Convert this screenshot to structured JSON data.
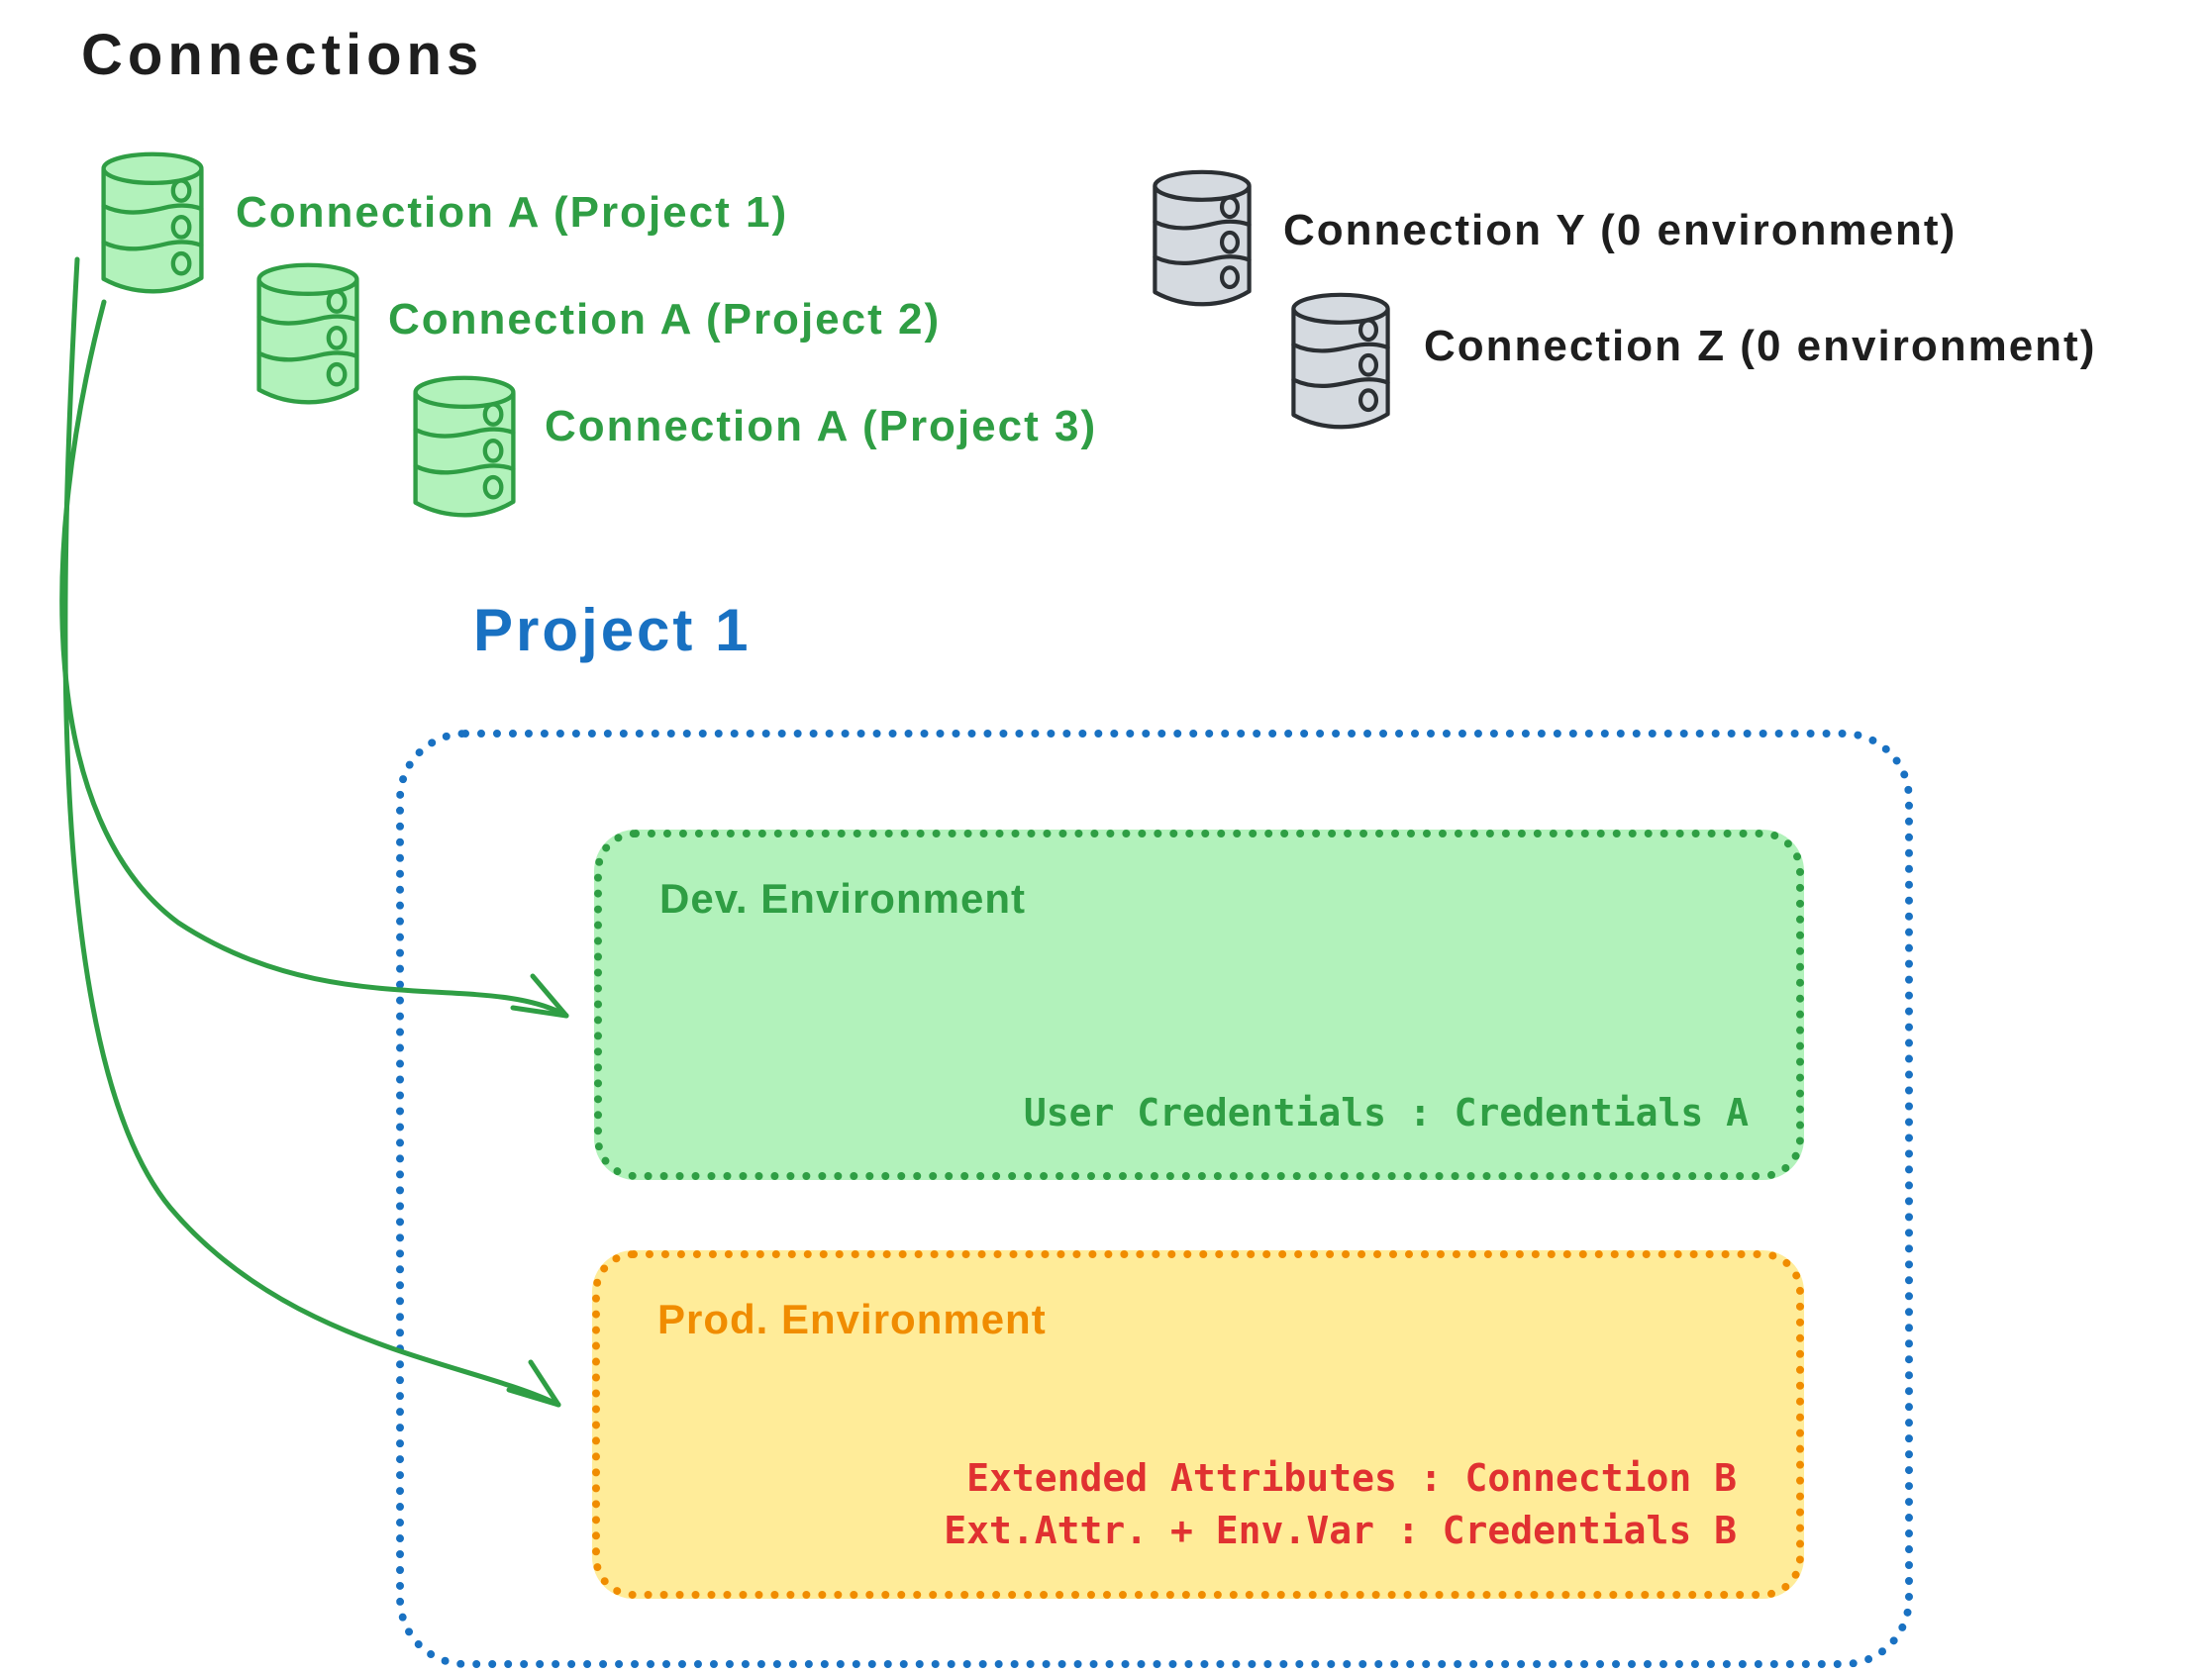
{
  "diagram": {
    "title": "Connections",
    "project_title": "Project 1"
  },
  "connections": {
    "green": [
      {
        "icon": "database",
        "label": "Connection A (Project 1)"
      },
      {
        "icon": "database",
        "label": "Connection A (Project 2)"
      },
      {
        "icon": "database",
        "label": "Connection A (Project 3)"
      }
    ],
    "gray": [
      {
        "icon": "database",
        "label": "Connection Y (0 environment)"
      },
      {
        "icon": "database",
        "label": "Connection Z (0 environment)"
      }
    ]
  },
  "project": {
    "dev_environment": {
      "title": "Dev. Environment",
      "mapping": "User Credentials : Credentials A"
    },
    "prod_environment": {
      "title": "Prod. Environment",
      "mappings": [
        "Extended Attributes : Connection B",
        "Ext.Attr. + Env.Var : Credentials B"
      ]
    }
  },
  "colors": {
    "green_stroke": "#2f9e44",
    "green_fill": "#b2f2bb",
    "blue": "#1971c2",
    "orange": "#f08c00",
    "yellow_fill": "#ffec99",
    "red": "#e03131",
    "black": "#1e1e1e",
    "gray_fill": "#d5dae0"
  }
}
